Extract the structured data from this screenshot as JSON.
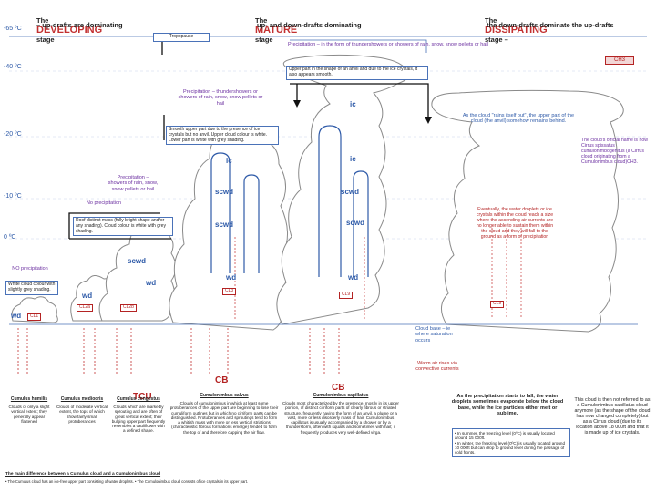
{
  "stages": {
    "developing": {
      "prefix": "The",
      "name": "DEVELOPING",
      "suffix": "stage",
      "sub": "– up-drafts are dominating"
    },
    "mature": {
      "prefix": "The",
      "name": "MATURE",
      "suffix": "stage",
      "sub": "up- and down-drafts dominating"
    },
    "dissipating": {
      "prefix": "The",
      "name": "DISSIPATING",
      "suffix": "stage –",
      "sub": "the down-drafts dominate the up-drafts"
    }
  },
  "temps": {
    "t1": "-65 ºC",
    "t2": "-40 ºC",
    "t3": "-20 ºC",
    "t4": "-10 ºC",
    "t5": "0 ºC"
  },
  "tropopause": "Tropopause",
  "precip_top": "Precipitation – in the form of thundershowers or showers of rain, snow, snow pellets or hail",
  "anvil_note": "Upper part in the shape of an anvil and due to the ice crystals, it also appears smooth.",
  "ch3": "CH3",
  "precip_mid": "Precipitation – thundershowers or showers of rain, snow, snow pellets or hail",
  "smooth_note": "Smooth upper part due to the presence of ice crystals but no anvil. Upper cloud colour is white. Lower part is white with grey shading.",
  "precip_left": "Precipitation – showers of rain, snow, snow pellets or hail",
  "no_precip_1": "No precipitation",
  "roof_note": "Roof distinct mass (fully bright shape and/or any shading). Cloud colour is white with grey shading.",
  "no_precip_2": "NO precipitation",
  "white_note": "White cloud colour with slightly grey shading.",
  "ic": "ic",
  "scwd": "scwd",
  "wd": "wd",
  "cl": {
    "cl1": "CL1",
    "cl2": "CL2a",
    "cl2b": "CL2b",
    "cl3": "CL3",
    "cl9": "CL9",
    "cl9b": "CL9"
  },
  "tcu": "TCU",
  "cb": "CB",
  "rains_itself_out": "As the cloud \"rains itself out\", the upper part of the cloud (the anvil) somehow remains behind.",
  "official_name": "The cloud's official name is now Cirrus spissatus cumulonimbogenitus (a Cirrus cloud originating from a Cumulonimbus cloud)CH3.",
  "eventually": "Eventually, the water droplets or ice crystals within the cloud reach a size where the ascending air currents are no longer able to sustain them within the cloud and they will fall to the ground as a form of precipitation",
  "cloud_base": "Cloud base – ie where saturation occurs",
  "warm_air": "Warm air rises via convective currents",
  "bottom": {
    "humilis_head": "Cumulus humilis",
    "humilis_text": "Clouds of only a slight vertical extent; they generally appear flattened",
    "mediocris_head": "Cumulus mediocris",
    "mediocris_text": "Clouds of moderate vertical extent, the tops of which show fairly small protuberances",
    "congestus_head": "Cumulus congestus",
    "congestus_text": "Clouds which are markedly sprouting and are often of great vertical extent; their bulging upper part frequently resembles a cauliflower with a defined shape.",
    "calvus_head": "Cumulonimbus calvus",
    "calvus_text": "Clouds of cumulonimbus in which at least some protuberances of the upper part are beginning to lose their cumuliform outlines but in which no cirriform parts can be distinguished. Protuberances and sproutings tend to form a whitish mass with more or less vertical striations (characteristic fibrous formations emerge) tended to form the top of and therefore capping the air flow.",
    "capillatus_head": "Cumulonimbus capillatus",
    "capillatus_text": "Clouds most characterized by the presence, mostly in its upper portion, of distinct cirriform parts of clearly fibrous or striated structure, frequently having the form of an anvil, a plume or a vast, more or less disorderly mass of hair. Cumulonimbus capillatus is usually accompanied by a shower or by a thunderstorm, often with squalls and sometimes with hail; it frequently produces very well-defined virga.",
    "dissip_text": "As the precipitation starts to fall, the water droplets sometimes evaporate below the cloud base, while the ice particles either melt or sublime.",
    "notes_text": "• In summer, the freezing level (0ºC) is usually located around 15 000ft.\n• In winter, the freezing level (0ºC) is usually located around 10 000ft but can drop to ground level during the passage of cold fronts.",
    "final_text": "This cloud is then not referred to as a Cumulonimbus capillatus cloud anymore (as the shape of the cloud has now changed completely) but as a Cirrus cloud (due to its location above 18 000ft and that it is made up of ice crystals.",
    "footnote_head": "The main difference between a Cumulus cloud and a Cumulonimbus cloud",
    "footnote_text": "• The Cumulus cloud has an ice-free upper part consisting of water droplets. • The Cumulonimbus cloud consists of ice crystals in its upper part."
  }
}
